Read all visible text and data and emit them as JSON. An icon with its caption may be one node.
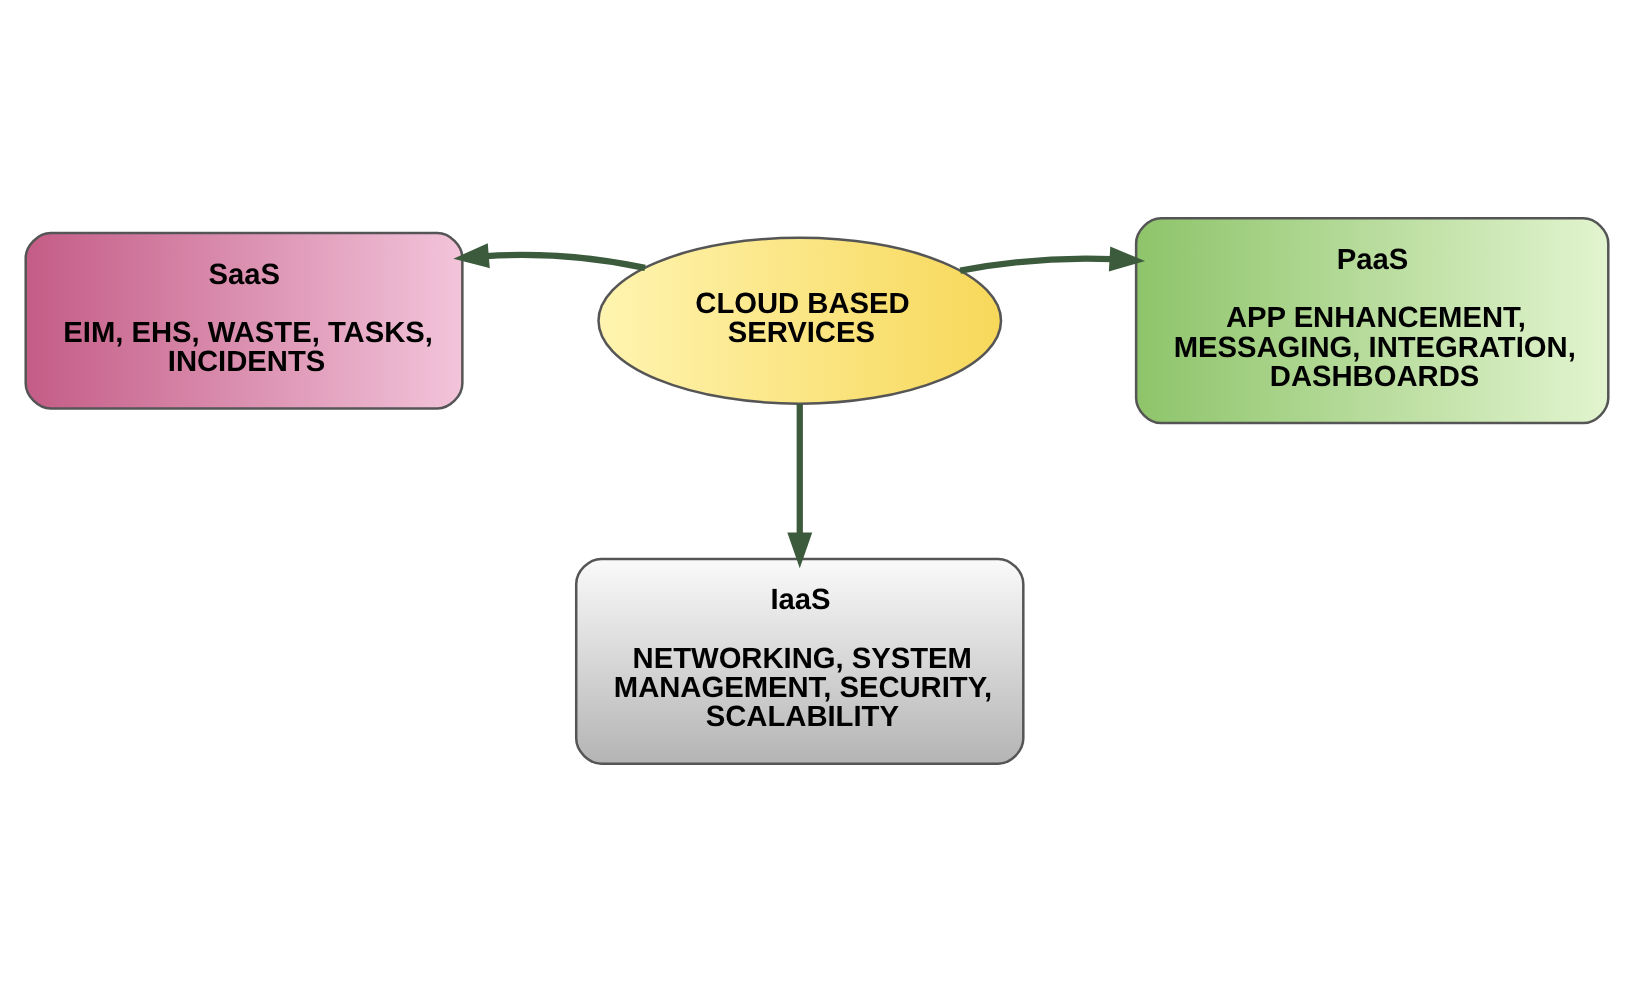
{
  "diagram": {
    "nodes": [
      {
        "text": [
          "SaaS",
          "EIM, EHS, WASTE, TASKS, INCIDENTS"
        ]
      },
      {
        "text": [
          "PaaS",
          "APP ENHANCEMENT, MESSAGING, INTEGRATION, DASHBOARDS"
        ]
      },
      {
        "text": [
          "CLOUD BASED SERVICES"
        ]
      },
      {
        "text": [
          "IaaS",
          "NETWORKING, SYSTEM MANAGEMENT, SECURITY, SCALABILITY"
        ]
      }
    ],
    "edges": [
      {
        "from": 2,
        "to": 0,
        "arrow": "to"
      },
      {
        "from": 2,
        "to": 1,
        "arrow": "to"
      },
      {
        "from": 2,
        "to": 3,
        "arrow": "to"
      }
    ]
  }
}
